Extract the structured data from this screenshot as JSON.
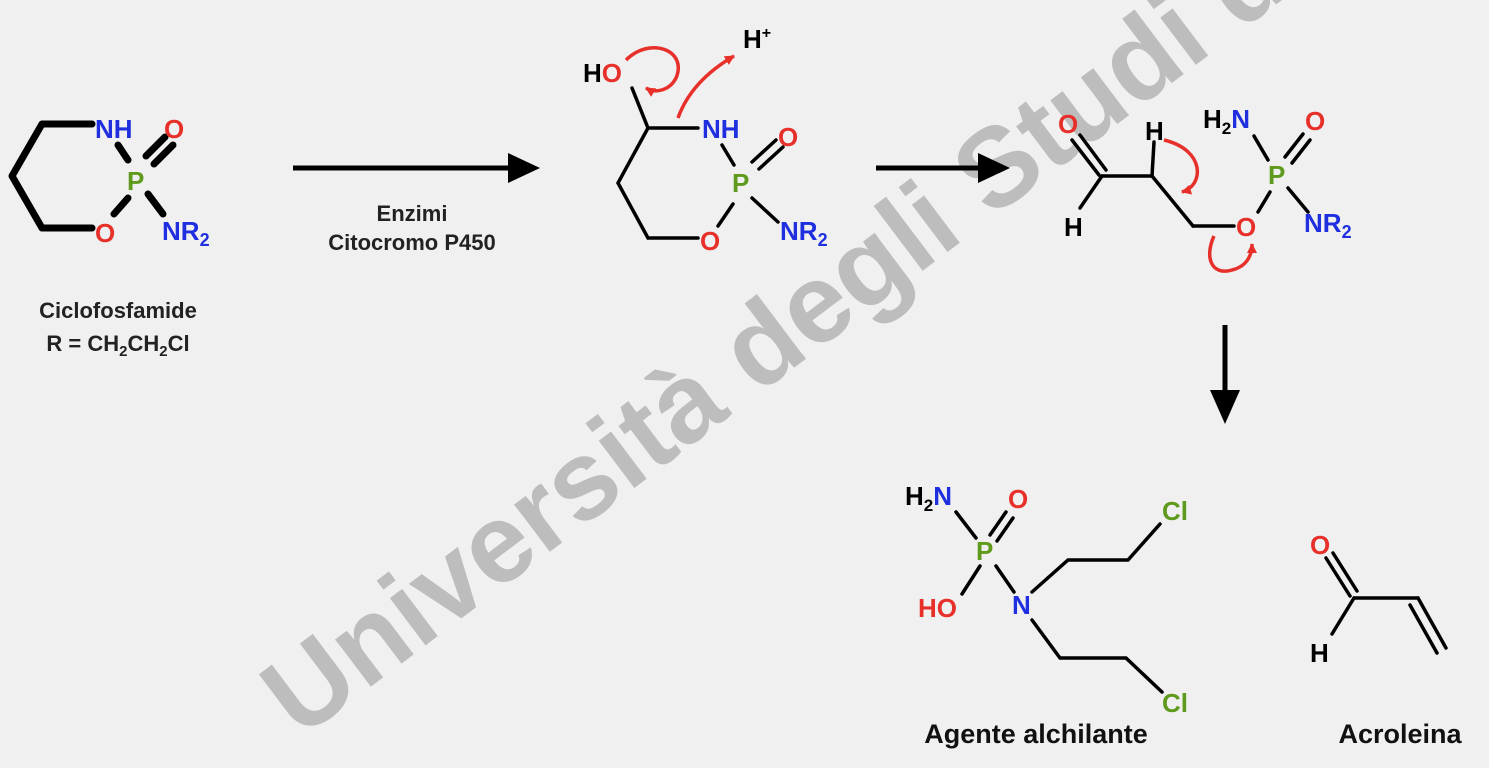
{
  "watermark": "Università degli Studi di T",
  "colors": {
    "background": "#f0f0f0",
    "bond": "#000000",
    "oxygen": "#e8302a",
    "nitrogen": "#1f2fe0",
    "phosphorus": "#5f9a1c",
    "chlorine": "#5f9a1c",
    "curved_arrow": "#e8302a",
    "watermark": "#bdbdbd"
  },
  "molecule1": {
    "atoms": {
      "nh": "NH",
      "o_ring": "O",
      "p": "P",
      "o_double": "O",
      "nr2": "NR",
      "nr2_sub": "2"
    },
    "name": "Ciclofosfamide",
    "formula": {
      "r_prefix": "R = CH",
      "sub1": "2",
      "mid": "CH",
      "sub2": "2",
      "end": "Cl"
    }
  },
  "reaction1": {
    "line1": "Enzimi",
    "line2": "Citocromo P450"
  },
  "molecule2": {
    "atoms": {
      "ho": "HO",
      "h_plus": "H",
      "plus": "+",
      "nh": "NH",
      "o_ring": "O",
      "p": "P",
      "o_double": "O",
      "nr2": "NR",
      "nr2_sub": "2"
    }
  },
  "molecule3": {
    "atoms": {
      "o_ald": "O",
      "h_ald": "H",
      "h_alpha": "H",
      "o_ester": "O",
      "h2n_h": "H",
      "h2n_sub": "2",
      "h2n_n": "N",
      "p": "P",
      "o_double": "O",
      "nr2": "NR",
      "nr2_sub": "2"
    }
  },
  "product1": {
    "atoms": {
      "h2n_h": "H",
      "h2n_sub": "2",
      "h2n_n": "N",
      "p": "P",
      "o_double": "O",
      "ho": "HO",
      "n": "N",
      "cl_top": "Cl",
      "cl_bottom": "Cl"
    },
    "name": "Agente alchilante"
  },
  "product2": {
    "atoms": {
      "o": "O",
      "h": "H"
    },
    "name": "Acroleina"
  }
}
